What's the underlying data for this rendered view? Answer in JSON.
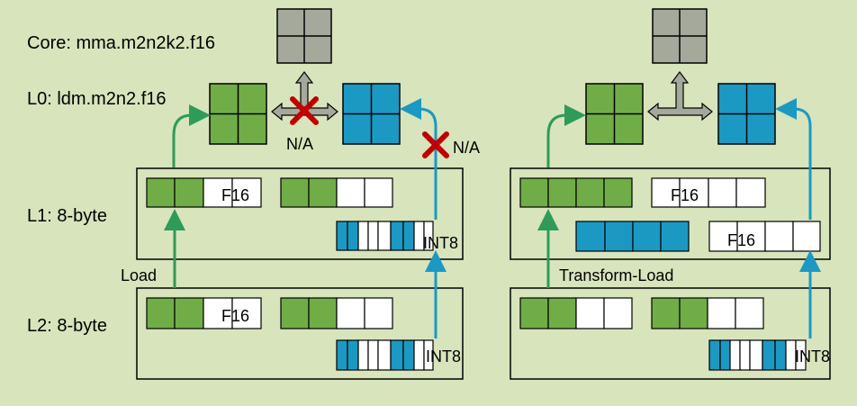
{
  "labels": {
    "core": "Core: mma.m2n2k2.f16",
    "l0": "L0: ldm.m2n2.f16",
    "l1": "L1: 8-byte",
    "l2": "L2: 8-byte",
    "na_left": "N/A",
    "na_right": "N/A",
    "load": "Load",
    "transform_load": "Transform-Load",
    "f16": "F16",
    "int8": "INT8"
  },
  "colors": {
    "background": "#d8e4bc",
    "green": "#70ad47",
    "teal": "#1b99c3",
    "gray": "#a5a99b",
    "green_arrow": "#2e9b59",
    "teal_arrow": "#1b99c3",
    "cross": "#c00000",
    "outline": "#000000"
  }
}
